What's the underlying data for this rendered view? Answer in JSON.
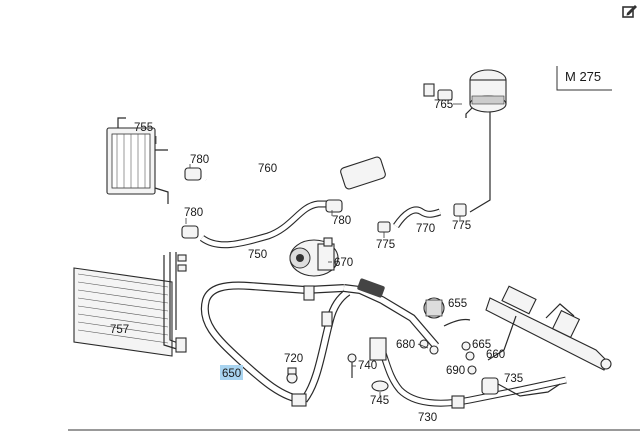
{
  "model_label": "M 275",
  "highlight_color": "#a9d4f0",
  "edit_icon": "pencil-square-icon",
  "callouts": {
    "p755": "755",
    "p780a": "780",
    "p760": "760",
    "p765": "765",
    "p780b": "780",
    "p780c": "780",
    "p750": "750",
    "p775a": "775",
    "p770": "770",
    "p775b": "775",
    "p670": "670",
    "p757": "757",
    "p655": "655",
    "p680": "680",
    "p665": "665",
    "p660": "660",
    "p720": "720",
    "p740": "740",
    "p650": "650",
    "p690": "690",
    "p735": "735",
    "p745": "745",
    "p730": "730"
  }
}
